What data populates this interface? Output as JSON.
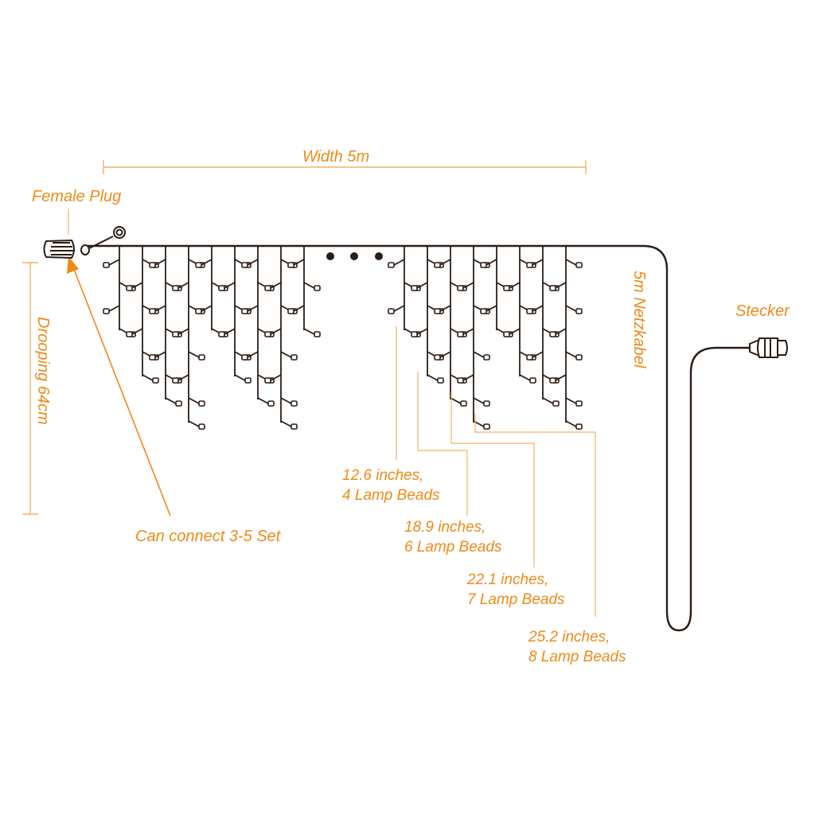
{
  "labels": {
    "width": "Width 5m",
    "female_plug": "Female Plug",
    "drooping": "Drooping 64cm",
    "can_connect": "Can connect 3-5 Set",
    "netzkabel": "5m Netzkabel",
    "stecker": "Stecker"
  },
  "strands": [
    {
      "length": "12.6 inches,",
      "beads": "4 Lamp Beads"
    },
    {
      "length": "18.9 inches,",
      "beads": "6 Lamp Beads"
    },
    {
      "length": "22.1 inches,",
      "beads": "7 Lamp Beads"
    },
    {
      "length": "25.2 inches,",
      "beads": "8 Lamp Beads"
    }
  ],
  "colors": {
    "annotation": "#ef8a17",
    "wire": "#2b1d14",
    "guide": "#f2b26a"
  },
  "icons": {
    "female_plug": "female-plug-icon",
    "male_plug": "male-plug-icon",
    "continuation": "ellipsis-dots-icon"
  }
}
